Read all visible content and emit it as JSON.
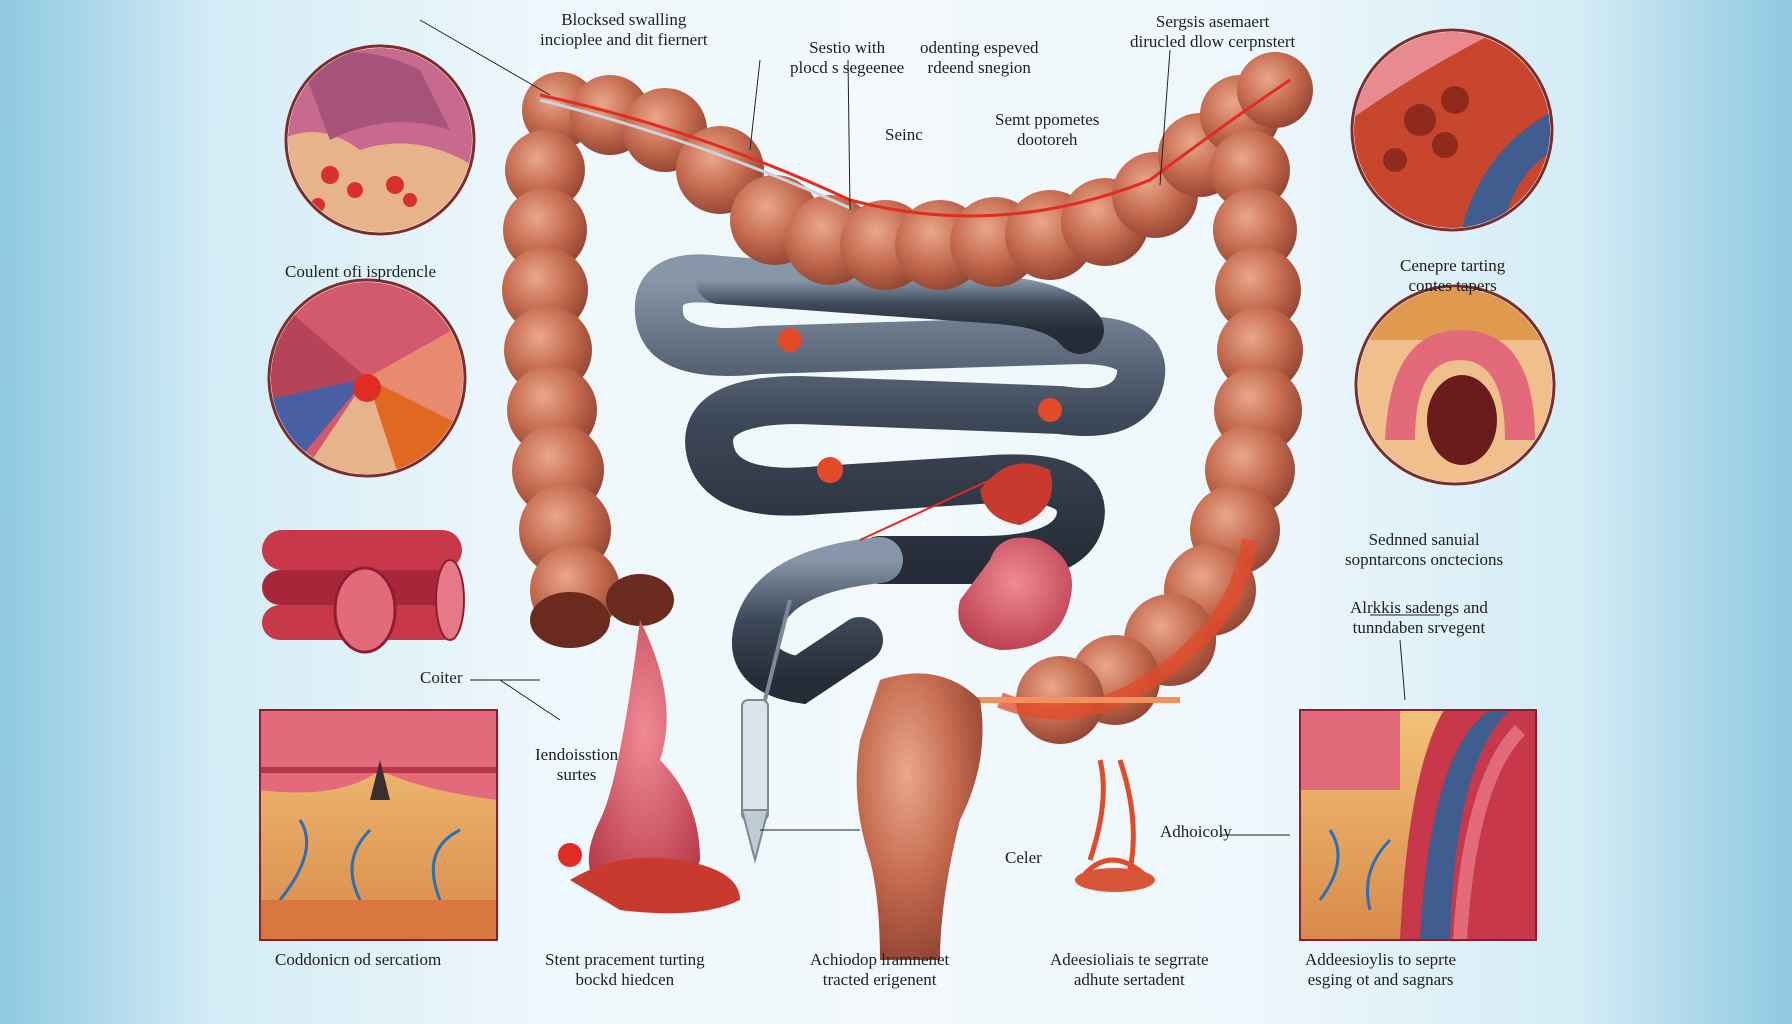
{
  "labels": {
    "top_left_1": "Blocksed swalling",
    "top_left_2": "incioplee and dit fiernert",
    "top_mid_1": "Sestio with",
    "top_mid_2": "plocd s segeenee",
    "top_mid2_1": "odenting espeved",
    "top_mid2_2": "rdeend snegion",
    "top_right_1": "Sergsis asemaert",
    "top_right_2": "dirucled dlow cerpnstert",
    "seinc": "Seinc",
    "semt_1": "Semt ppometes",
    "semt_2": "dootoreh",
    "left_circle1": "Coulent ofi isprdencle",
    "right_circle1_1": "Cenepre tarting",
    "right_circle1_2": "contes tapers",
    "right_circle2_1": "Sednned sanuial",
    "right_circle2_2": "sopntarcons onctecions",
    "right_mid_1": "Alrkkis sadengs and",
    "right_mid_2": "tunndaben srvegent",
    "coiter": "Coiter",
    "iendo_1": "Iendoisstion",
    "iendo_2": "surtes",
    "adhoicoly": "Adhoicoly",
    "celer": "Celer",
    "bottom_1": "Coddonicn od sercatiom",
    "bottom_2_1": "Stent pracement turting",
    "bottom_2_2": "bockd hiedcen",
    "bottom_3_1": "Achiodop lramnenet",
    "bottom_3_2": "tracted erigenent",
    "bottom_4_1": "Adeesioliais te segrrate",
    "bottom_4_2": "adhute sertadent",
    "bottom_5_1": "Addeesioylis to seprte",
    "bottom_5_2": "esging ot and sagnars"
  },
  "colors": {
    "colon": "#c46a4f",
    "colon_dark": "#8f4331",
    "small_bowel": "#3d4858",
    "inflamed": "#e34a2a",
    "tissue_pink": "#e26a7a"
  }
}
